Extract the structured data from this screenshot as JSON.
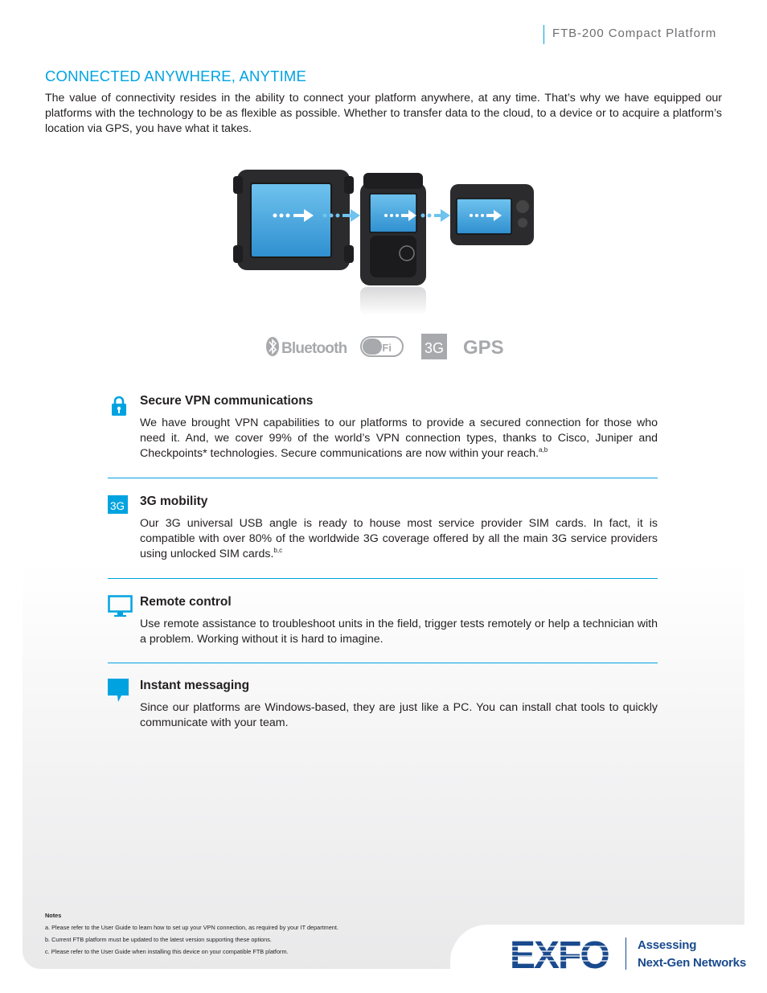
{
  "header": {
    "title": "FTB-200 Compact Platform"
  },
  "section": {
    "title": "CONNECTED ANYWHERE, ANYTIME",
    "intro": "The value of connectivity resides in the ability to connect your platform anywhere, at any time. That’s why we have equipped our platforms with the technology to be as flexible as possible. Whether to transfer data to the cloud, to a device or to acquire a platform’s location via GPS, you have what it takes."
  },
  "technologies": {
    "bluetooth": "Bluetooth",
    "wifi": "Wi Fi",
    "threeg": "3G",
    "gps": "GPS"
  },
  "features": [
    {
      "title": "Secure VPN communications",
      "body": "We have brought VPN capabilities to our platforms to provide a secured connection for those who need it. And, we cover 99% of the world’s VPN connection types, thanks to Cisco, Juniper and Checkpoints* technologies. Secure communications are now within your reach.",
      "refs": "a,b",
      "icon": "padlock-icon"
    },
    {
      "title": "3G mobility",
      "body": "Our 3G universal USB angle is ready to house most service provider SIM cards. In fact, it is compatible with over 80% of the worldwide 3G coverage offered by all the main 3G service providers using unlocked SIM cards.",
      "refs": "b,c",
      "icon": "3g-icon",
      "icon_text": "3G"
    },
    {
      "title": "Remote control",
      "body": "Use remote assistance to troubleshoot units in the field, trigger tests remotely or help a technician with a problem. Working without it is hard to imagine.",
      "icon": "monitor-icon"
    },
    {
      "title": "Instant messaging",
      "body": "Since our platforms are Windows-based, they are just like a PC. You can install chat tools to quickly communicate with your team.",
      "icon": "speech-bubble-icon"
    }
  ],
  "notes": {
    "title": "Notes",
    "items": [
      "a.   Please refer to the User Guide to learn how to set up your VPN connection, as required by your IT department.",
      "b.   Current FTB platform must be updated to the latest version supporting these options.",
      "c.   Please refer to the User Guide when installing this device on your compatible FTB platform."
    ]
  },
  "brand": {
    "logo_text": "EXFO",
    "tagline_line1": "Assessing",
    "tagline_line2": "Next-Gen Networks"
  },
  "colors": {
    "accent": "#00a3e0",
    "brand_blue": "#1a4a8e",
    "text": "#231f20",
    "logo_gray": "#a7a9ac"
  }
}
